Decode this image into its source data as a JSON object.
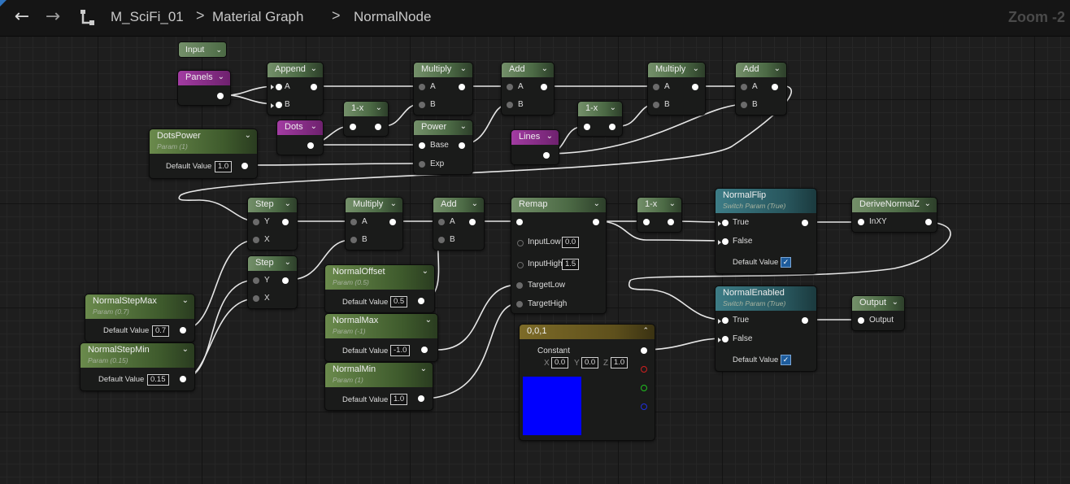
{
  "toolbar": {
    "back_icon": "←",
    "forward_icon": "→",
    "asset": "M_SciFi_01",
    "sep1": ">",
    "graph": "Material Graph",
    "sep2": ">",
    "node": "NormalNode",
    "zoom": "Zoom -2"
  },
  "nodes": {
    "input_dropdown": "Input",
    "panels": "Panels",
    "dots": "Dots",
    "lines": "Lines",
    "append": {
      "title": "Append",
      "a": "A",
      "b": "B"
    },
    "oneminus1": "1-x",
    "oneminus2": "1-x",
    "oneminus3": "1-x",
    "multiply1": {
      "title": "Multiply",
      "a": "A",
      "b": "B"
    },
    "power": {
      "title": "Power",
      "base": "Base",
      "exp": "Exp"
    },
    "add1": {
      "title": "Add",
      "a": "A",
      "b": "B"
    },
    "multiply2": {
      "title": "Multiply",
      "a": "A",
      "b": "B"
    },
    "add2": {
      "title": "Add",
      "a": "A",
      "b": "B"
    },
    "dotspower": {
      "title": "DotsPower",
      "sub": "Param (1)",
      "dv": "Default Value",
      "val": "1.0"
    },
    "step1": {
      "title": "Step",
      "y": "Y",
      "x": "X"
    },
    "step2": {
      "title": "Step",
      "y": "Y",
      "x": "X"
    },
    "multiply3": {
      "title": "Multiply",
      "a": "A",
      "b": "B"
    },
    "add3": {
      "title": "Add",
      "a": "A",
      "b": "B"
    },
    "remap": {
      "title": "Remap",
      "inlow": "InputLow",
      "inlow_v": "0.0",
      "inhigh": "InputHigh",
      "inhigh_v": "1.5",
      "tlow": "TargetLow",
      "thigh": "TargetHigh"
    },
    "normalflip": {
      "title": "NormalFlip",
      "sub": "Switch Param (True)",
      "t": "True",
      "f": "False",
      "dv": "Default Value"
    },
    "derivenormalz": {
      "title": "DeriveNormalZ",
      "in": "InXY"
    },
    "normalenabled": {
      "title": "NormalEnabled",
      "sub": "Switch Param (True)",
      "t": "True",
      "f": "False",
      "dv": "Default Value"
    },
    "output": {
      "title": "Output",
      "pin": "Output"
    },
    "normalstepmax": {
      "title": "NormalStepMax",
      "sub": "Param (0.7)",
      "dv": "Default Value",
      "val": "0.7"
    },
    "normalstepmin": {
      "title": "NormalStepMin",
      "sub": "Param (0.15)",
      "dv": "Default Value",
      "val": "0.15"
    },
    "normaloffset": {
      "title": "NormalOffset",
      "sub": "Param (0.5)",
      "dv": "Default Value",
      "val": "0.5"
    },
    "normalmax": {
      "title": "NormalMax",
      "sub": "Param (-1)",
      "dv": "Default Value",
      "val": "-1.0"
    },
    "normalmin": {
      "title": "NormalMin",
      "sub": "Param (1)",
      "dv": "Default Value",
      "val": "1.0"
    },
    "constant": {
      "title": "0,0,1",
      "label": "Constant",
      "x": "X",
      "xv": "0.0",
      "y": "Y",
      "yv": "0.0",
      "z": "Z",
      "zv": "1.0",
      "color": "#0000ff"
    }
  },
  "colors": {
    "param_magenta": "#8a2c8a",
    "wire": "#e8e8e8",
    "checkbox": "#1e5c9c"
  }
}
